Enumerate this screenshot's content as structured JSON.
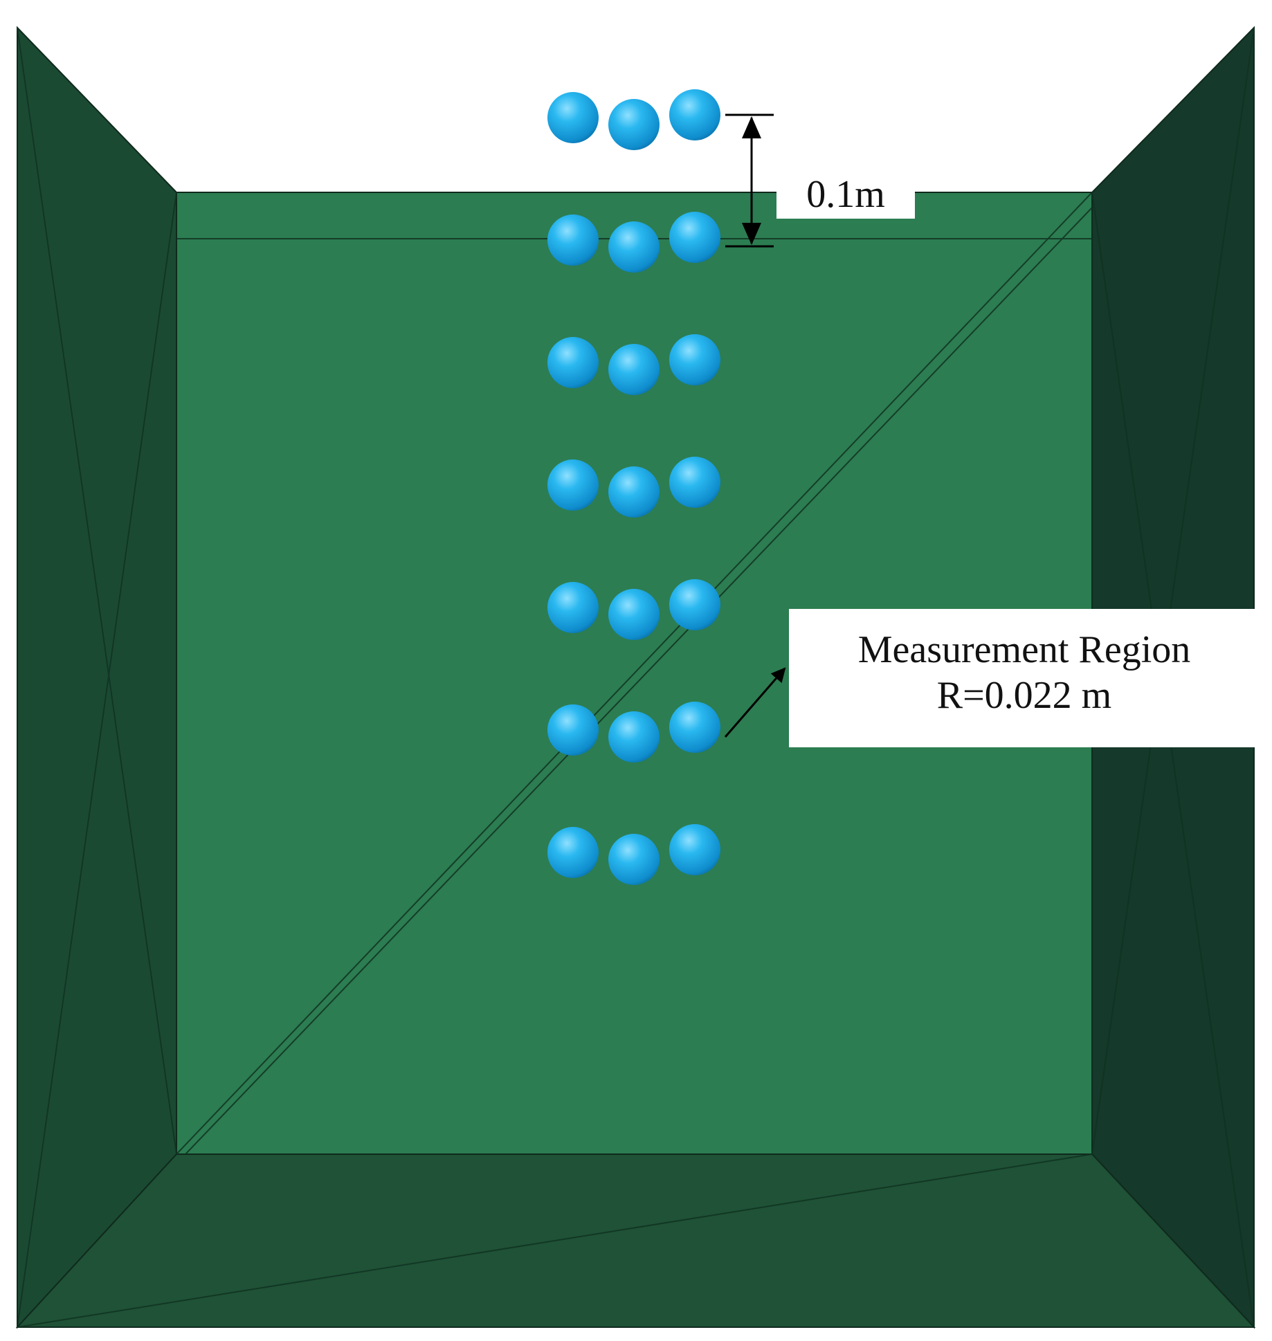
{
  "diagram": {
    "colors": {
      "background": "#ffffff",
      "floor": "#2c7d51",
      "left_wall": "#1b4a32",
      "right_wall": "#15392a",
      "bottom_wall": "#1f5236",
      "edge_line": "#0f2a1d",
      "particle": "#1aa7e6"
    },
    "particle_layers": 7,
    "particles_per_layer": 3
  },
  "annotations": {
    "spacing_label": "0.1m",
    "region_title": "Measurement Region",
    "region_radius": "R=0.022 m"
  }
}
